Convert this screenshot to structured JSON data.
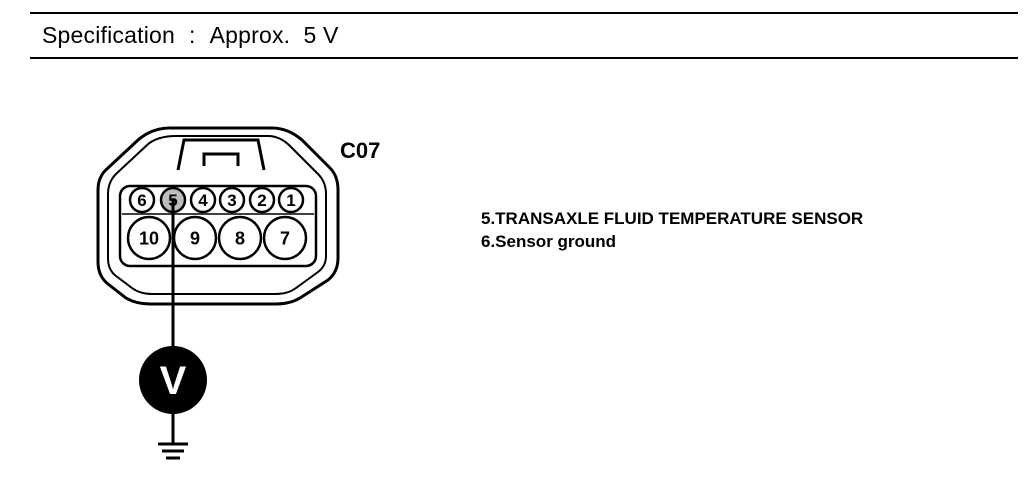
{
  "spec": {
    "label": "Specification",
    "separator": ":",
    "value": "Approx.  5 V"
  },
  "connector": {
    "id": "C07",
    "top_row_pins": [
      "6",
      "5",
      "4",
      "3",
      "2",
      "1"
    ],
    "bottom_row_pins": [
      "10",
      "9",
      "8",
      "7"
    ],
    "probed_pin": "5"
  },
  "meter": {
    "symbol": "V"
  },
  "legend": [
    "5.TRANSAXLE FLUID TEMPERATURE SENSOR",
    "6.Sensor ground"
  ]
}
